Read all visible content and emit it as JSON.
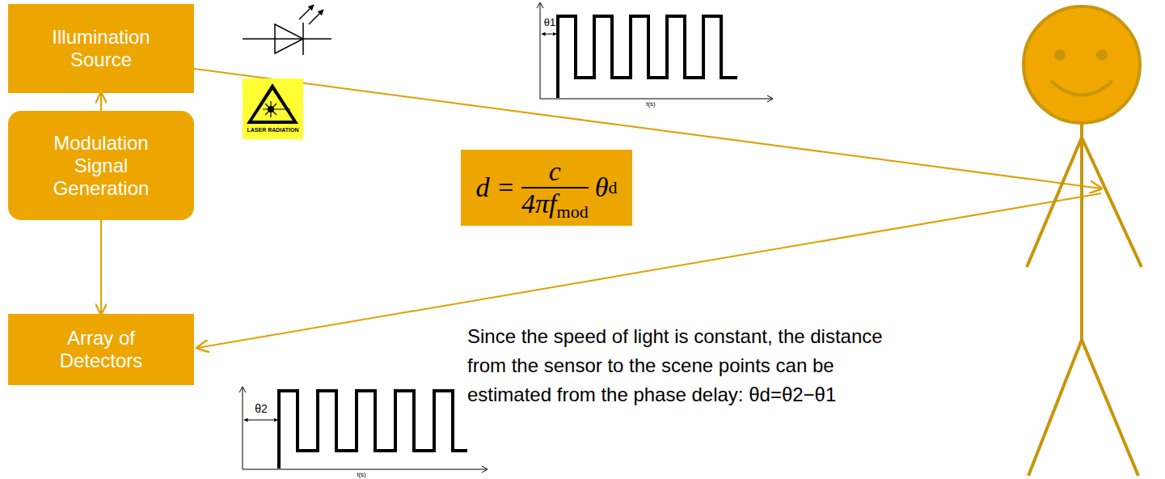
{
  "diagram": {
    "nodes": [
      {
        "text": [
          "Illumination Source"
        ]
      },
      {
        "text": [
          "Modulation Signal Generation"
        ]
      },
      {
        "text": [
          "Array of Detectors"
        ]
      },
      {
        "text": [
          "d =",
          "c",
          "4πf",
          "mod",
          "θ",
          "d"
        ]
      }
    ],
    "edges": [
      {
        "from": 1,
        "to": 0,
        "arrow": "to"
      },
      {
        "from": 1,
        "to": 2,
        "arrow": "to"
      }
    ],
    "labels": [
      "LASER RADIATION",
      "θ1",
      "t(s)",
      "θ2",
      "t(s)",
      "Since the speed of light is constant, the distance from the sensor to the scene points can be estimated from the phase delay: θd=θ2−θ1"
    ]
  }
}
